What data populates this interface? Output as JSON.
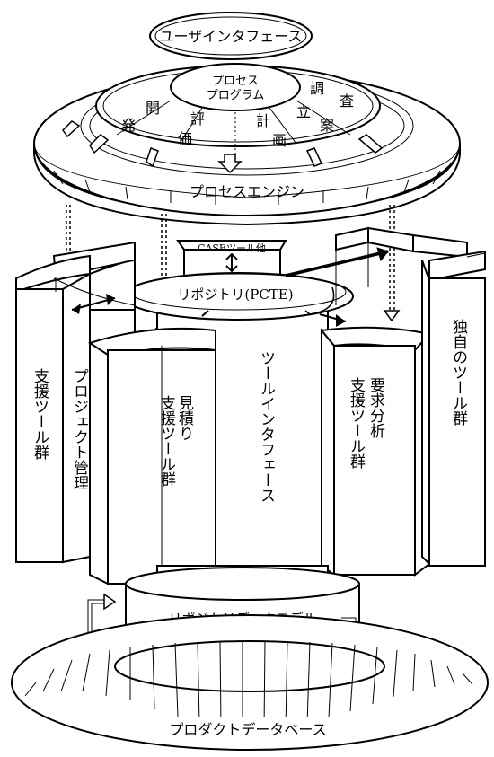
{
  "labels": {
    "user_interface": "ユーザインタフェース",
    "process_program_line1": "プロセス",
    "process_program_line2": "プログラム",
    "survey_1": "調",
    "survey_2": "査",
    "plan_1": "立",
    "plan_2": "案",
    "develop_1": "発",
    "develop_2": "開",
    "evaluate_1": "評",
    "evaluate_2": "価",
    "planning_1": "計",
    "planning_2": "画",
    "process_engine": "プロセスエンジン",
    "case_tools": "CASEツール他",
    "repository": "リポジトリ(PCTE)",
    "support_tools": "支援ツール群",
    "project_management": "プロジェクト管理",
    "estimation_line1": "見積り",
    "estimation_line2": "支援ツール群",
    "tool_interface": "ツールインタフェース",
    "requirements_line1": "要求分析",
    "requirements_line2": "支援ツール群",
    "own_tools": "独自のツール群",
    "repository_data_model": "リポジトリデータモデル",
    "product_database": "プロダクトデータベース"
  }
}
